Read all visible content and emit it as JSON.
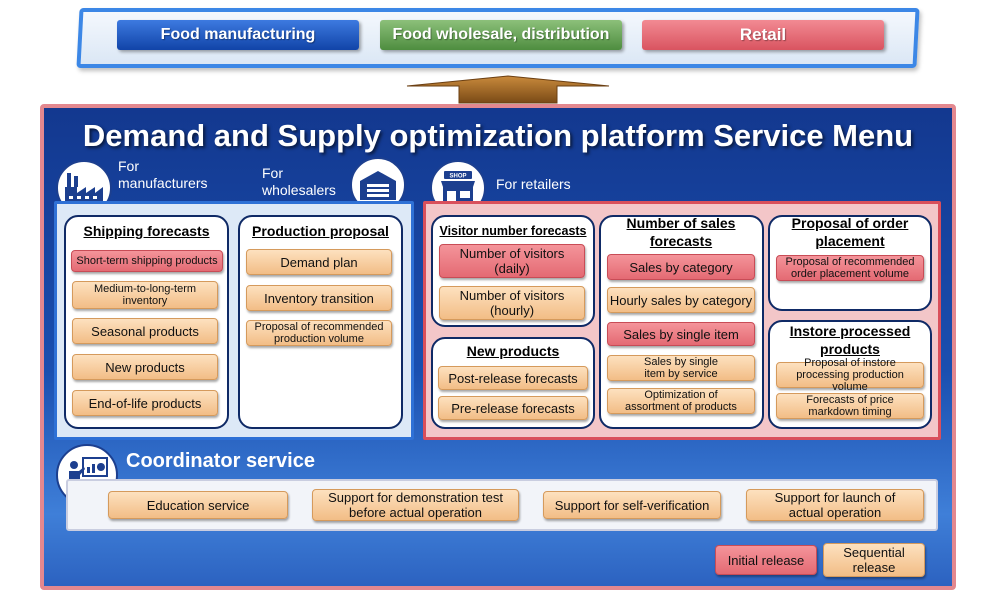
{
  "industries": {
    "food_manufacturing": "Food manufacturing",
    "wholesale": "Food wholesale, distribution",
    "retail": "Retail"
  },
  "platform": {
    "title": "Demand and Supply optimization platform Service Menu"
  },
  "manufacturers": {
    "label_line1": "For",
    "label_line2": "manufacturers",
    "icon": "factory-icon",
    "shipping": {
      "title": "Shipping forecasts",
      "items": [
        "Short-term shipping products",
        "Medium-to-long-term inventory",
        "Seasonal products",
        "New products",
        "End-of-life products"
      ]
    },
    "production": {
      "title": "Production proposal",
      "items": [
        "Demand plan",
        "Inventory transition",
        "Proposal of recommended production volume"
      ]
    }
  },
  "wholesalers": {
    "label_line1": "For",
    "label_line2": "wholesalers",
    "icon": "warehouse-icon"
  },
  "retailers": {
    "label": "For retailers",
    "icon": "shop-icon",
    "shop_sign": "SHOP",
    "visitor": {
      "title": "Visitor number forecasts",
      "items": [
        "Number of visitors (daily)",
        "Number of visitors (hourly)"
      ]
    },
    "new_products": {
      "title": "New products",
      "items": [
        "Post-release forecasts",
        "Pre-release forecasts"
      ]
    },
    "sales": {
      "title": "Number of sales forecasts",
      "items": [
        "Sales by category",
        "Hourly sales by category",
        "Sales by single item",
        "Sales by single item by service",
        "Optimization of assortment of products"
      ]
    },
    "order": {
      "title": "Proposal of order placement",
      "items": [
        "Proposal of recommended order placement volume"
      ]
    },
    "instore": {
      "title": "Instore processed products",
      "items": [
        "Proposal of instore processing production volume",
        "Forecasts of price markdown timing"
      ]
    }
  },
  "coordinator": {
    "title": "Coordinator service",
    "icon": "presenter-icon",
    "items": [
      "Education service",
      "Support for demonstration test before actual operation",
      "Support for self-verification",
      "Support for launch of actual operation"
    ]
  },
  "legend": {
    "initial": "Initial release",
    "sequential": "Sequential release"
  },
  "colors": {
    "initial_release": "#e46a73",
    "sequential_release": "#f2bd86",
    "panel_blue": "#1a4fb0",
    "manufacturer_border": "#2f71d6",
    "retailer_border": "#d94f5b"
  }
}
